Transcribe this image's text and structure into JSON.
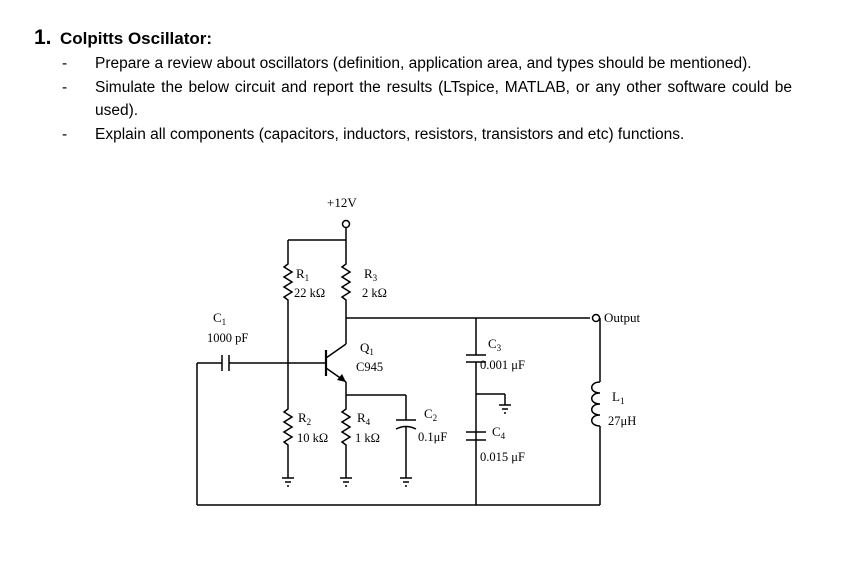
{
  "heading": {
    "number": "1.",
    "title": "Colpitts Oscillator:"
  },
  "bullets": [
    {
      "dash": "-",
      "text": "Prepare a review about oscillators (definition, application area, and types should be mentioned)."
    },
    {
      "dash": "-",
      "text": "Simulate the below circuit and report the results (LTspice, MATLAB, or any other software could be used)."
    },
    {
      "dash": "-",
      "text": "Explain all components (capacitors, inductors, resistors, transistors and etc) functions."
    }
  ],
  "circuit": {
    "supply": "+12V",
    "output": "Output",
    "r1": {
      "name": "R",
      "sub": "1",
      "value": "22 kΩ"
    },
    "r3": {
      "name": "R",
      "sub": "3",
      "value": "2 kΩ"
    },
    "c1": {
      "name": "C",
      "sub": "1",
      "value": "1000 pF"
    },
    "q1": {
      "name": "Q",
      "sub": "1",
      "value": "C945"
    },
    "c3": {
      "name": "C",
      "sub": "3",
      "value": "0.001 μF"
    },
    "l1": {
      "name": "L",
      "sub": "1",
      "value": "27μH"
    },
    "r2": {
      "name": "R",
      "sub": "2",
      "value": "10 kΩ"
    },
    "r4": {
      "name": "R",
      "sub": "4",
      "value": "1 kΩ"
    },
    "c2": {
      "name": "C",
      "sub": "2",
      "value": "0.1μF"
    },
    "c4": {
      "name": "C",
      "sub": "4",
      "value": "0.015 μF"
    }
  }
}
